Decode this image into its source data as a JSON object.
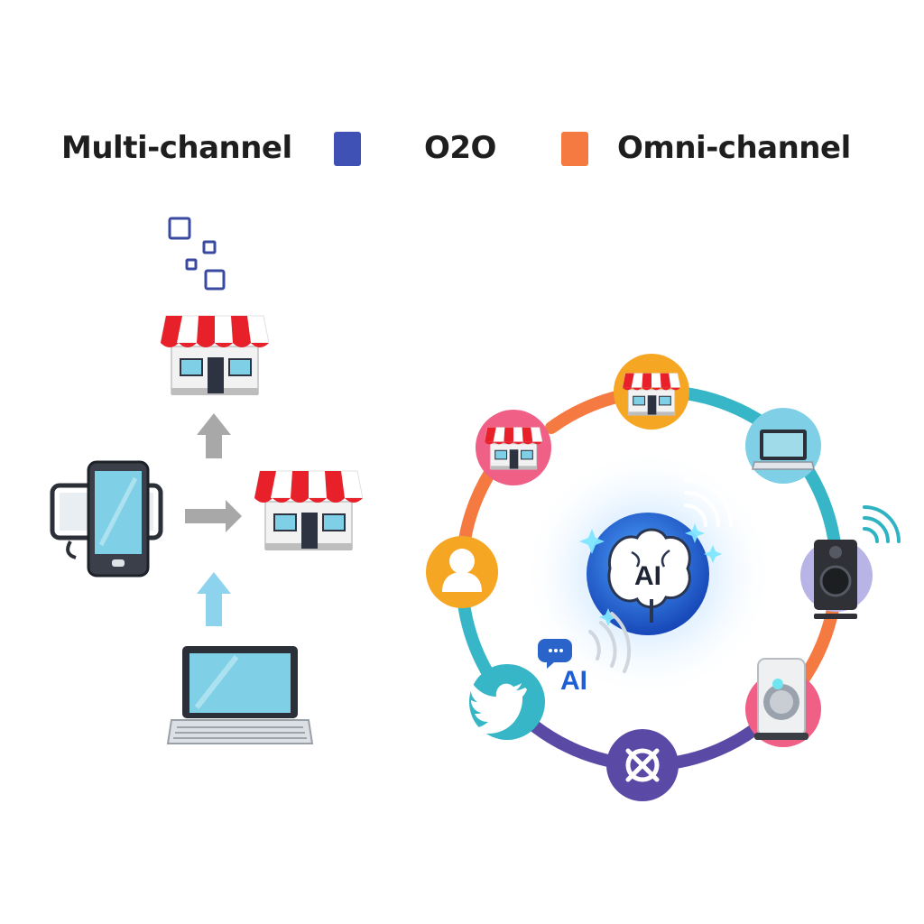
{
  "legend": {
    "items": [
      {
        "label": "Multi-channel"
      },
      {
        "label": "O2O",
        "swatch_color": "#3f51b5"
      },
      {
        "label": "Omni-channel",
        "swatch_color": "#f47a42"
      }
    ]
  },
  "hub": {
    "center_label": "AI",
    "chat_label": "AI"
  },
  "colors": {
    "awning_red": "#e8202a",
    "screen_blue": "#7fd0e6",
    "ring_orange": "#f47a42",
    "ring_teal": "#36b6c6",
    "ring_purple": "#5a4aa6",
    "ring_pink": "#ef5f86",
    "ring_yellow": "#f5a623",
    "hub_blue": "#1e5fd6"
  },
  "icons": {
    "multichannel": [
      "square-pixels-icon",
      "store-icon",
      "up-arrow-icon",
      "phone-tablet-icon",
      "right-arrow-icon",
      "store-icon",
      "up-arrow-icon",
      "laptop-icon"
    ],
    "omnichannel_nodes": [
      "store-icon",
      "store-icon",
      "laptop-icon",
      "speaker-icon",
      "smart-speaker-icon",
      "crossed-circle-icon",
      "twitter-bird-icon",
      "user-icon"
    ]
  }
}
